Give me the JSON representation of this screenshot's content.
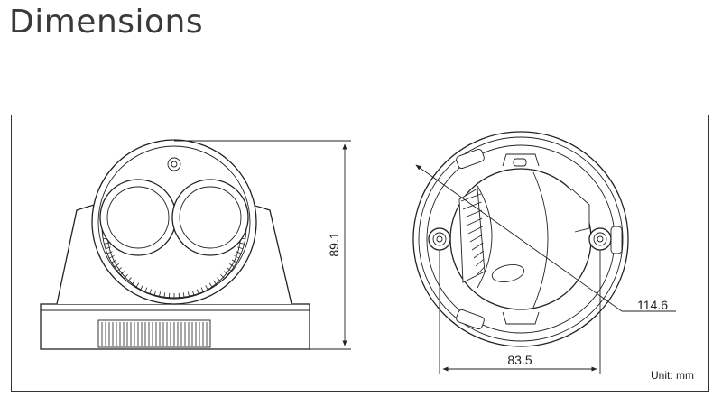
{
  "title": "Dimensions",
  "dimensions": {
    "height": "89.1",
    "diameter": "114.6",
    "mount_spacing": "83.5"
  },
  "unit_note": "Unit: mm"
}
